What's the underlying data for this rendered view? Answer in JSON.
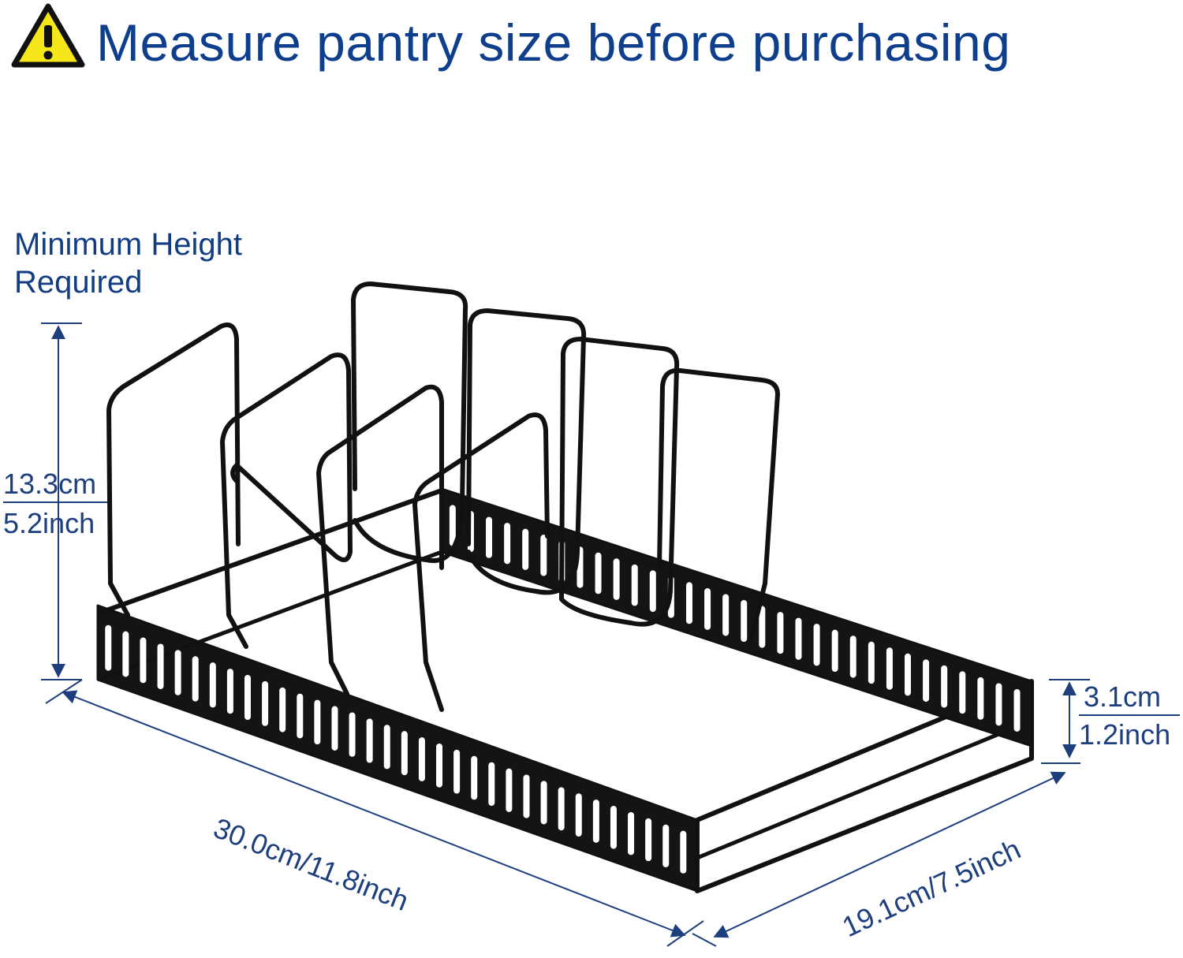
{
  "headline": {
    "icon": "warning-triangle-icon",
    "text": "Measure pantry size before purchasing",
    "color": "#0f3f8c",
    "icon_fill": "#f5e61a"
  },
  "min_height_label": {
    "line1": "Minimum Height",
    "line2": "Required"
  },
  "dimensions": {
    "height": {
      "metric": "13.3cm",
      "imperial": "5.2inch"
    },
    "side_height": {
      "metric": "3.1cm",
      "imperial": "1.2inch"
    },
    "length": "30.0cm/11.8inch",
    "width": "19.1cm/7.5inch"
  },
  "product": {
    "color": "#111111"
  }
}
